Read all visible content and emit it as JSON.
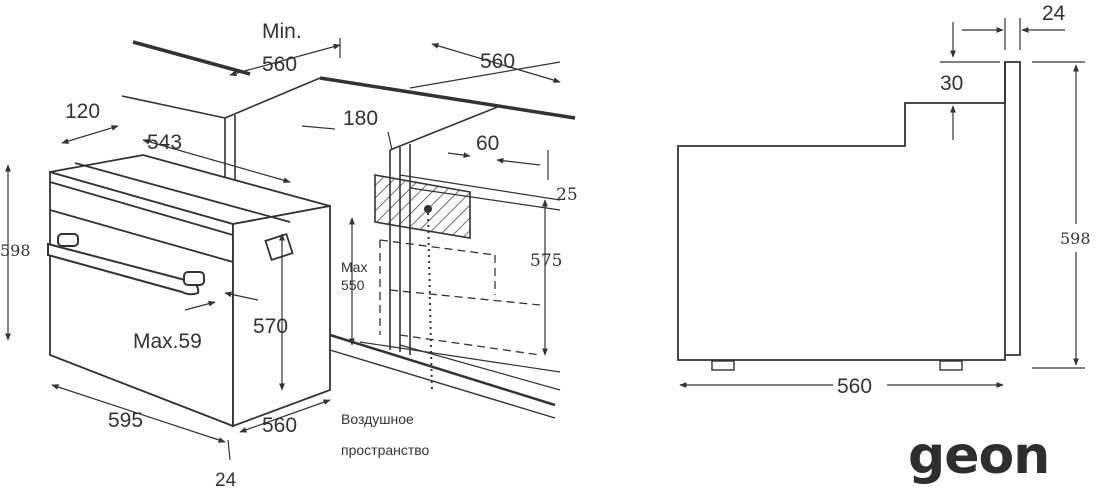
{
  "left_view": {
    "labels": {
      "min": "Min.",
      "niche_width": "560",
      "top_depth": "560",
      "oven_inner_depth": "543",
      "panel_depth": "120",
      "cutout_top": "180",
      "vent_depth": "60",
      "vent_gap": "25",
      "niche_height": "575",
      "max_label": "Max",
      "max_value": "550",
      "oven_height": "598",
      "body_height": "570",
      "max_front": "Max.59",
      "oven_width": "595",
      "body_depth": "560",
      "front_thickness": "24",
      "air_space_line1": "Воздушное",
      "air_space_line2": "пространство"
    }
  },
  "right_view": {
    "labels": {
      "front_thickness": "24",
      "top_step": "30",
      "total_height": "598",
      "depth": "560"
    }
  },
  "brand": {
    "logo_text": "geon",
    "color": "#2e2e2e"
  }
}
